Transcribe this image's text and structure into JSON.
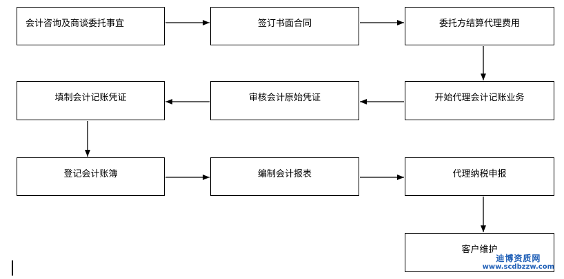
{
  "diagram": {
    "steps": [
      "会计咨询及商谈委托事宜",
      "签订书面合同",
      "委托方结算代理费用",
      "开始代理会计记账业务",
      "审核会计原始凭证",
      "填制会计记账凭证",
      "登记会计账簿",
      "编制会计报表",
      "代理纳税申报",
      "客户维护"
    ]
  },
  "watermark": {
    "title": "迪博资质网",
    "url": "www.scdbzzw.com"
  },
  "colors": {
    "line": "#000000",
    "box_border": "#000000",
    "watermark": "#1f5fb7"
  }
}
